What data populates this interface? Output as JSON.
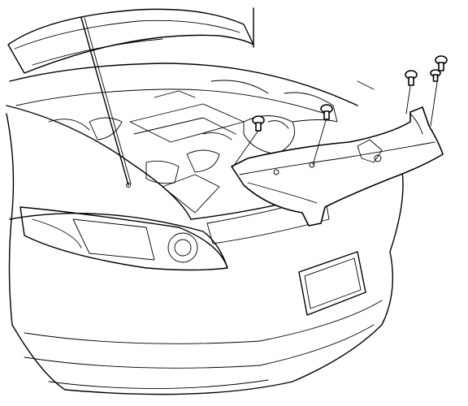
{
  "diagram": {
    "background": "#ffffff",
    "stroke_color": "#000000",
    "parts": [
      {
        "name": "radiator-support-upper-cover",
        "icon": "cover-panel"
      },
      {
        "name": "clip",
        "icon": "push-clip-icon",
        "count": 5
      }
    ]
  }
}
